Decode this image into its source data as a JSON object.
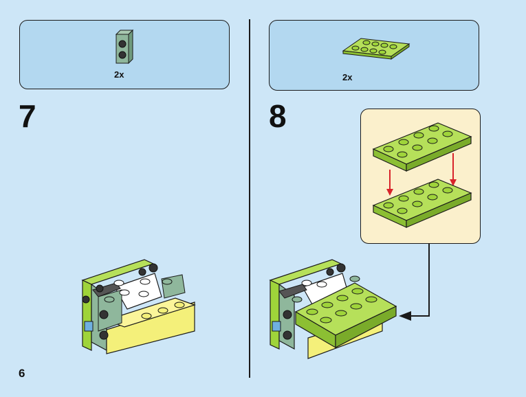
{
  "steps": [
    {
      "number": "7",
      "part_qty": "2x",
      "part_icon": "sand-green-brick-1x1-studs-side-icon"
    },
    {
      "number": "8",
      "part_qty": "2x",
      "part_icon": "lime-plate-2x4-icon"
    }
  ],
  "page_number": "6",
  "colors": {
    "background": "#cde6f7",
    "parts_box": "#b3d8f0",
    "callout": "#fbf0cc",
    "lime": "#9fd43a",
    "sand_green": "#8fb79c",
    "yellow": "#f4f07a",
    "arrow_red": "#d8232a"
  }
}
